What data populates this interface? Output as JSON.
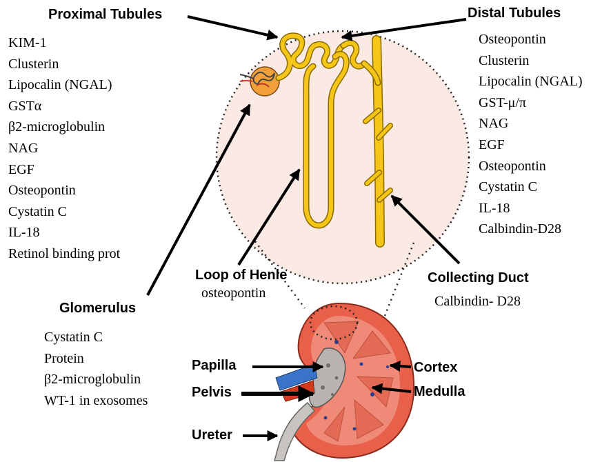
{
  "regions": {
    "proximal_tubules": {
      "title": "Proximal Tubules",
      "markers": [
        "KIM-1",
        "Clusterin",
        "Lipocalin (NGAL)",
        "GSTα",
        "β2-microglobulin",
        "NAG",
        "EGF",
        "Osteopontin",
        "Cystatin C",
        "IL-18",
        "Retinol binding prot"
      ]
    },
    "distal_tubules": {
      "title": "Distal Tubules",
      "markers": [
        "Osteopontin",
        "Clusterin",
        "Lipocalin (NGAL)",
        "GST-μ/π",
        "NAG",
        "EGF",
        "Osteopontin",
        "Cystatin C",
        "IL-18",
        "Calbindin-D28"
      ]
    },
    "loop_of_henle": {
      "title": "Loop of Henle",
      "markers": [
        "osteopontin"
      ]
    },
    "collecting_duct": {
      "title": "Collecting Duct",
      "markers": [
        "Calbindin- D28"
      ]
    },
    "glomerulus": {
      "title": "Glomerulus",
      "markers": [
        "Cystatin C",
        "Protein",
        "β2-microglobulin",
        "WT-1 in exosomes"
      ]
    }
  },
  "kidney_labels": {
    "papilla": "Papilla",
    "pelvis": "Pelvis",
    "ureter": "Ureter",
    "cortex": "Cortex",
    "medulla": "Medulla"
  },
  "colors": {
    "nephron_fill": "#f5c518",
    "nephron_outline": "#8a6a00",
    "zoom_circle_fill": "#fbe9e4",
    "kidney_cortex": "#e9604a",
    "kidney_medulla": "#f08a78",
    "pelvis_gray": "#b9b4b0",
    "vein_blue": "#3a74c8",
    "artery_red": "#d63a1e"
  }
}
